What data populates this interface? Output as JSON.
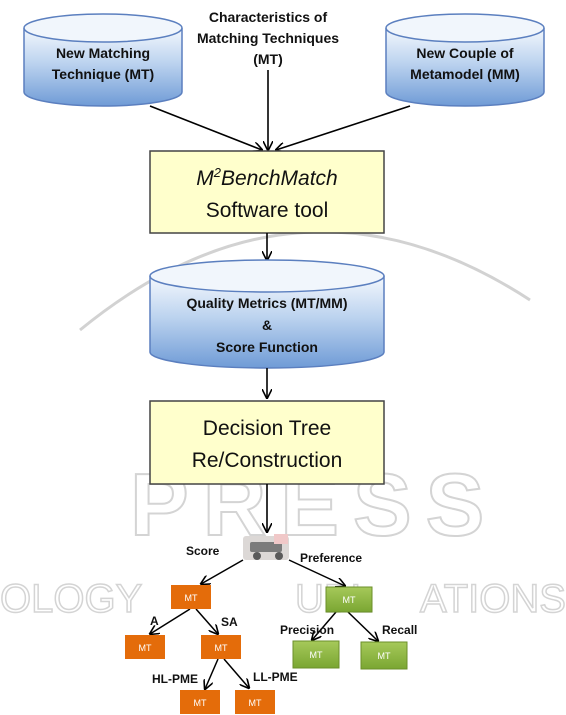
{
  "cylinders": {
    "new_mt": {
      "line1": "New Matching",
      "line2": "Technique (MT)"
    },
    "new_mm": {
      "line1": "New Couple of",
      "line2": "Metamodel (MM)"
    },
    "quality": {
      "line1": "Quality Metrics (MT/MM)",
      "line2": "&",
      "line3": "Score Function"
    }
  },
  "characteristics": {
    "line1": "Characteristics of",
    "line2": "Matching Techniques",
    "line3": "(MT)"
  },
  "boxes": {
    "tool": {
      "name_prefix": "M",
      "superscript": "2",
      "name_rest": "BenchMatch",
      "line2": "Software tool"
    },
    "decision": {
      "line1": "Decision Tree",
      "line2": "Re/Construction"
    }
  },
  "tree": {
    "root_left_label": "Score",
    "root_right_label": "Preference",
    "node_label": "MT",
    "edge_a": "A",
    "edge_sa": "SA",
    "edge_precision": "Precision",
    "edge_recall": "Recall",
    "edge_hlpme": "HL-PME",
    "edge_llpme": "LL-PME"
  },
  "watermark": {
    "word1": "PRESS",
    "left_fragment": "OLOGY",
    "mid_fragment": "UBL",
    "right_fragment": "ATIONS"
  },
  "colors": {
    "cylinder_top": "#eef4fb",
    "cylinder_bottom": "#6f9bd6",
    "box_fill": "#ffffcc",
    "orange_node": "#e46c0a",
    "green_node": "#8cb33f",
    "watermark": "#cfcfcf"
  }
}
